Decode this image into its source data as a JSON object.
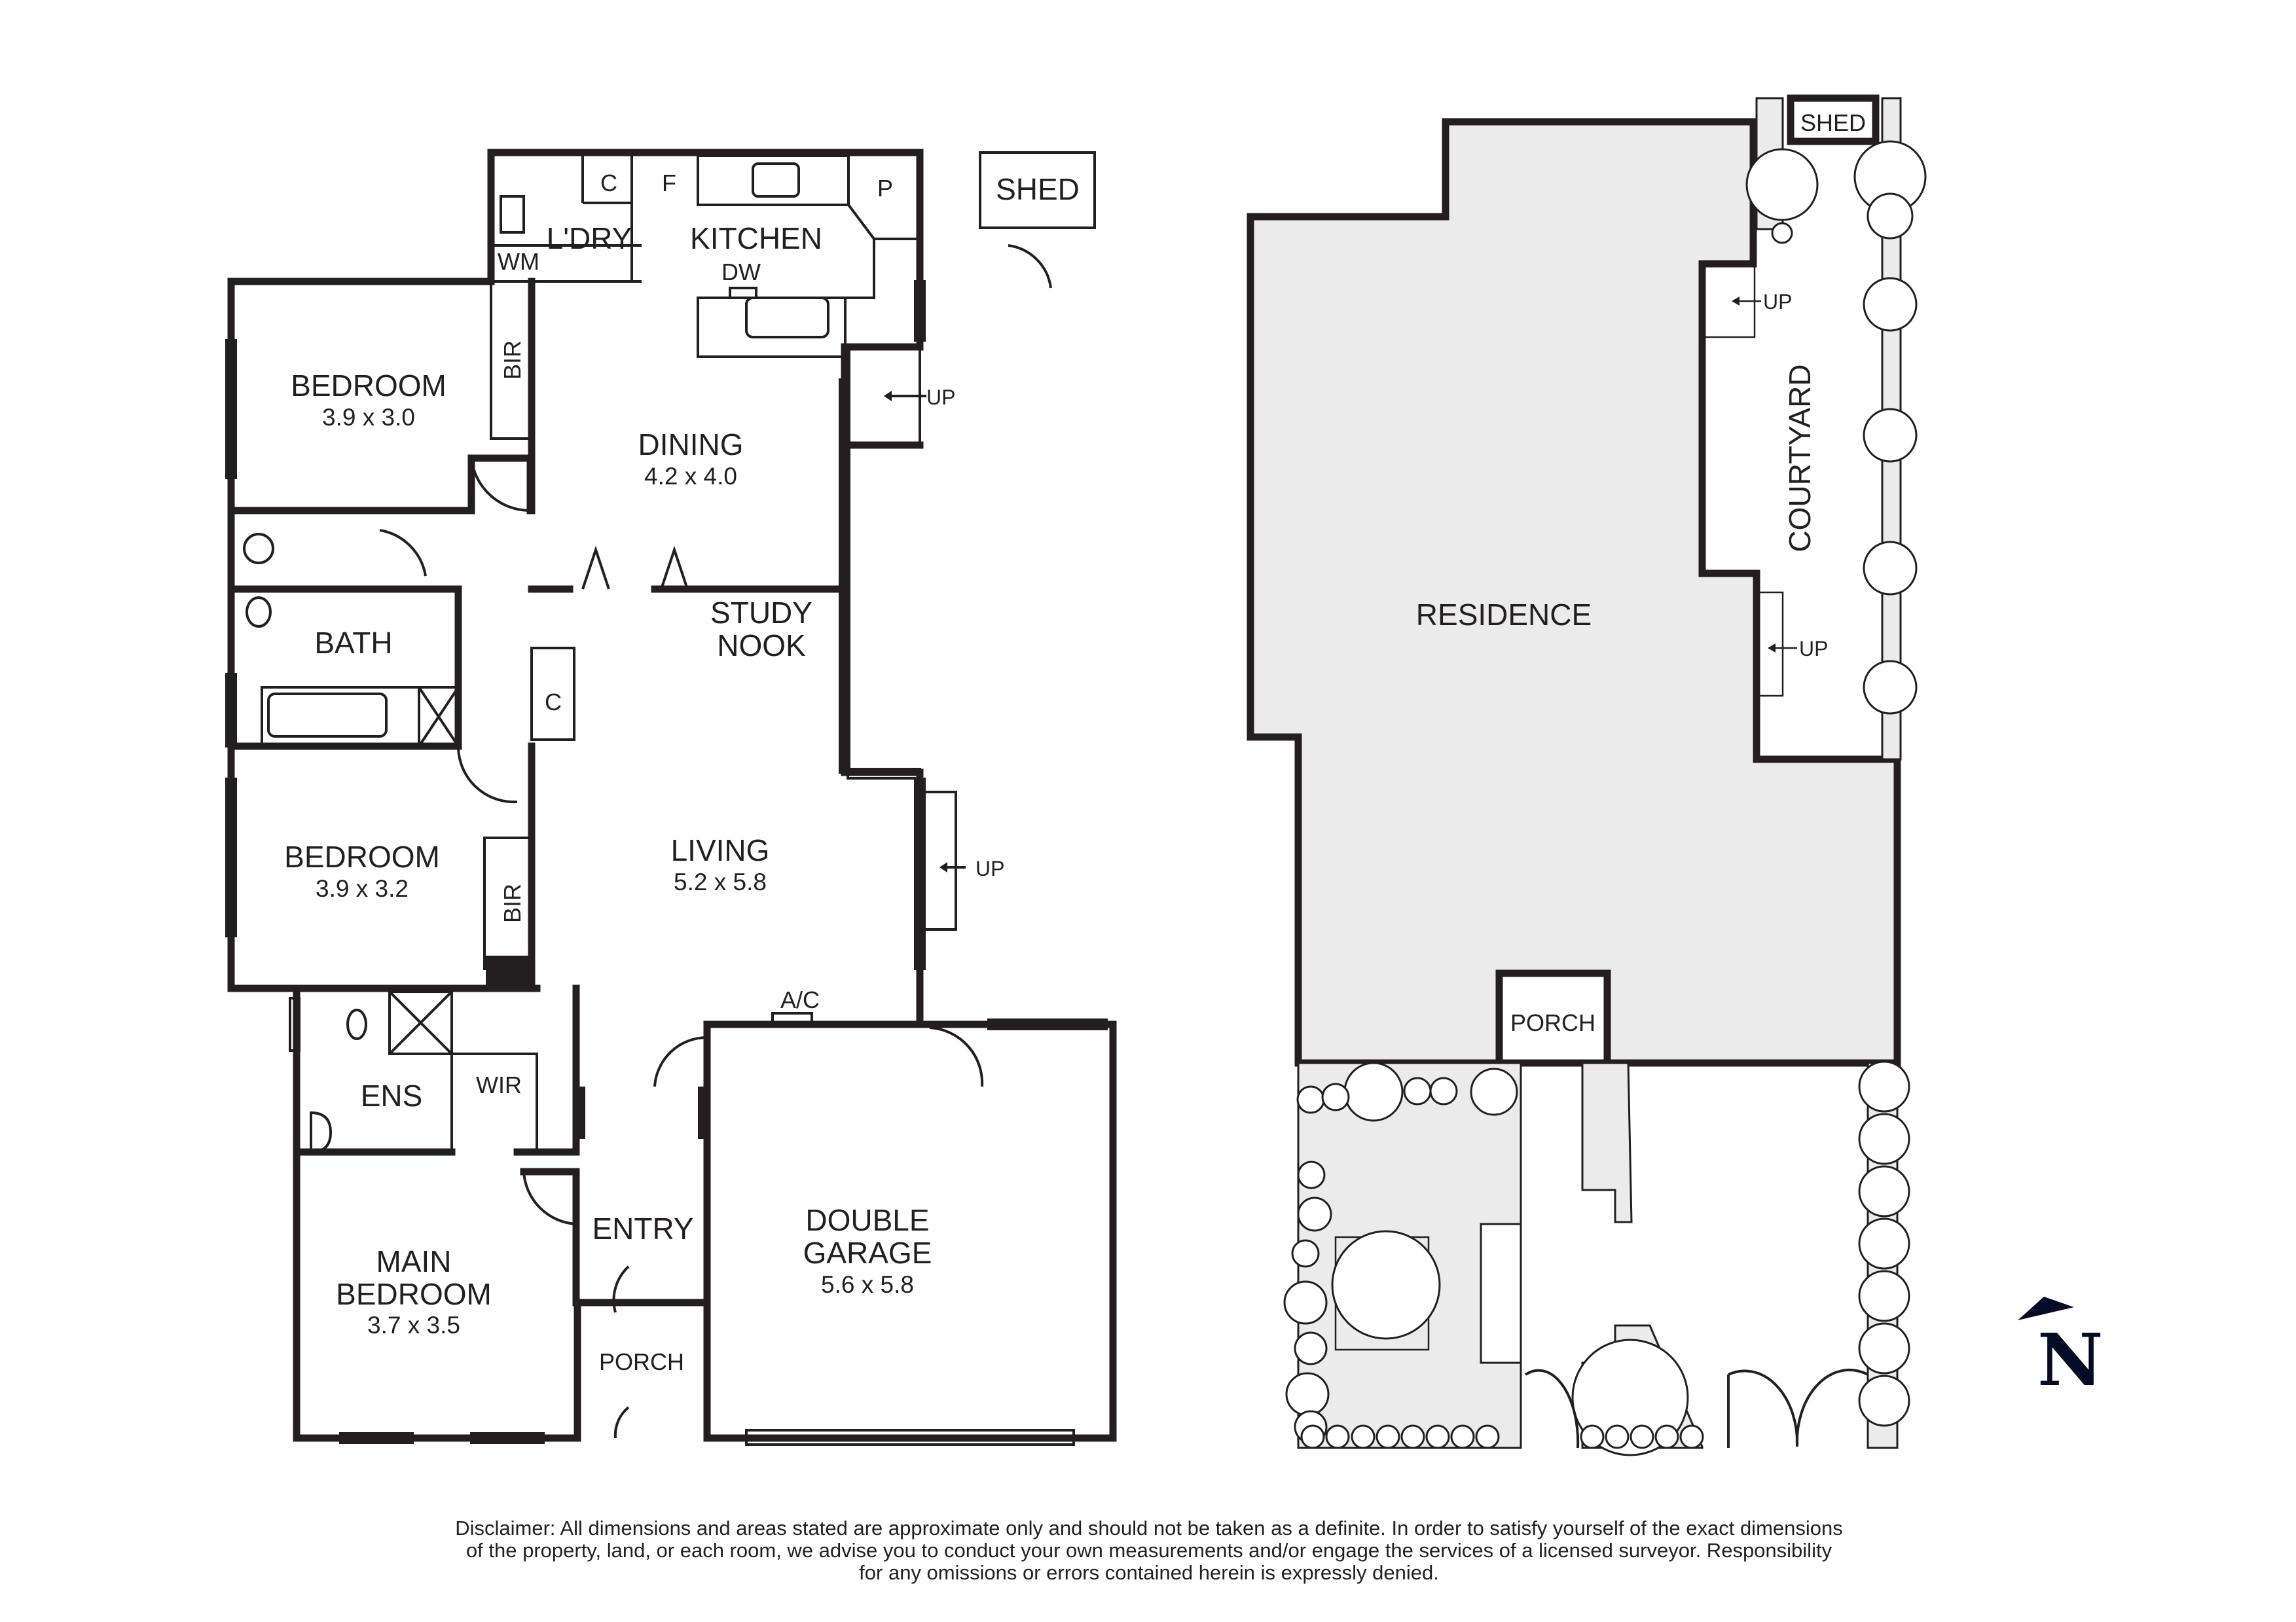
{
  "floor_plan": {
    "rooms": [
      {
        "id": "bedroom1",
        "name": "BEDROOM",
        "size": "3.9 x 3.0"
      },
      {
        "id": "dining",
        "name": "DINING",
        "size": "4.2 x 4.0"
      },
      {
        "id": "kitchen",
        "name": "KITCHEN"
      },
      {
        "id": "laundry",
        "name": "L'DRY"
      },
      {
        "id": "bath",
        "name": "BATH"
      },
      {
        "id": "study",
        "name_line1": "STUDY",
        "name_line2": "NOOK"
      },
      {
        "id": "bedroom2",
        "name": "BEDROOM",
        "size": "3.9 x 3.2"
      },
      {
        "id": "living",
        "name": "LIVING",
        "size": "5.2 x 5.8"
      },
      {
        "id": "ensuite",
        "name": "ENS"
      },
      {
        "id": "wir",
        "name": "WIR"
      },
      {
        "id": "entry",
        "name": "ENTRY"
      },
      {
        "id": "main_bedroom",
        "name_line1": "MAIN",
        "name_line2": "BEDROOM",
        "size": "3.7 x 3.5"
      },
      {
        "id": "porch",
        "name": "PORCH"
      },
      {
        "id": "garage",
        "name_line1": "DOUBLE",
        "name_line2": "GARAGE",
        "size": "5.6 x 5.8"
      },
      {
        "id": "shed",
        "name": "SHED"
      }
    ],
    "fixtures": {
      "cupboard_kitchen": "C",
      "fridge": "F",
      "pantry": "P",
      "dishwasher": "DW",
      "washing_machine": "WM",
      "bir_1": "BIR",
      "bir_2": "BIR",
      "cupboard_hall": "C",
      "air_con": "A/C",
      "up_dining": "UP",
      "up_living": "UP"
    }
  },
  "site_plan": {
    "residence": "RESIDENCE",
    "courtyard": "COURTYARD",
    "shed": "SHED",
    "porch": "PORCH",
    "up_1": "UP",
    "up_2": "UP"
  },
  "compass": {
    "label": "N",
    "color": "#050a25"
  },
  "colors": {
    "wall": "#231f20",
    "fill": "#ebebeb",
    "background": "#ffffff"
  },
  "disclaimer": {
    "line1": "Disclaimer: All dimensions and areas stated are approximate only and should not be taken as a definite. In order to satisfy yourself of the exact dimensions",
    "line2": "of the property, land, or each room, we advise you to conduct your own measurements and/or engage the services of a licensed surveyor. Responsibility",
    "line3": "for any omissions or errors contained herein is expressly denied."
  }
}
